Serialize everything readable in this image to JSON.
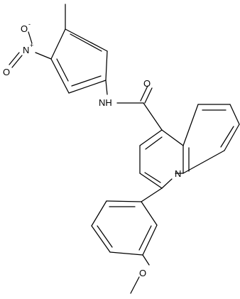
{
  "molecule": {
    "atoms": {
      "nitro_n": {
        "symbol": "N",
        "charge": "+"
      },
      "nitro_o_minus": {
        "symbol": "O",
        "charge": "-"
      },
      "nitro_o": {
        "symbol": "O"
      },
      "amide_nh": {
        "symbol": "NH"
      },
      "amide_o": {
        "symbol": "O"
      },
      "quinoline_n": {
        "symbol": "N"
      },
      "methoxy_o": {
        "symbol": "O"
      }
    }
  }
}
